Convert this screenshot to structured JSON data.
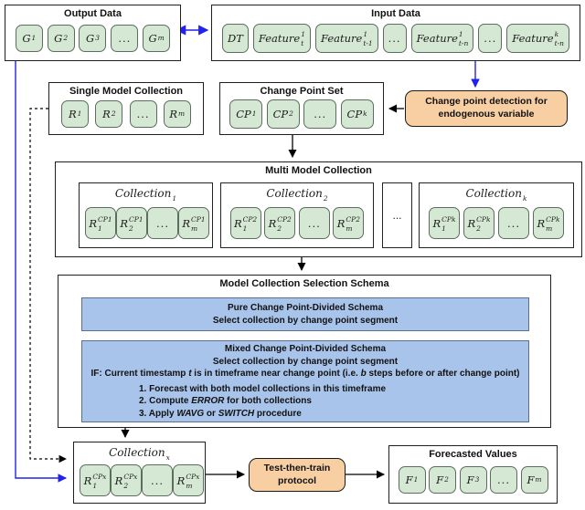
{
  "colors": {
    "chip_fill": "#d5e8d4",
    "chip_border": "#5b6e5e",
    "blue_fill": "#a9c4eb",
    "blue_border": "#5c6f8e",
    "orange_fill": "#f8cfa2",
    "arrow_blue": "#2222ee",
    "arrow_black": "#000000"
  },
  "output_data": {
    "title": "Output Data",
    "items": [
      {
        "base": "G",
        "sub": "1"
      },
      {
        "base": "G",
        "sub": "2"
      },
      {
        "base": "G",
        "sub": "3"
      },
      {
        "dots": "..."
      },
      {
        "base": "G",
        "sub": "m"
      }
    ]
  },
  "input_data": {
    "title": "Input Data",
    "items": [
      {
        "base": "DT"
      },
      {
        "base": "Feature",
        "sup": "1",
        "sub": "t"
      },
      {
        "base": "Feature",
        "sup": "1",
        "sub": "t-1"
      },
      {
        "dots": "..."
      },
      {
        "base": "Feature",
        "sup": "1",
        "sub": "t-n"
      },
      {
        "dots": "..."
      },
      {
        "base": "Feature",
        "sup": "k",
        "sub": "t-n"
      }
    ]
  },
  "single_model": {
    "title": "Single Model Collection",
    "items": [
      {
        "base": "R",
        "sub": "1"
      },
      {
        "base": "R",
        "sub": "2"
      },
      {
        "dots": "..."
      },
      {
        "base": "R",
        "sub": "m"
      }
    ]
  },
  "change_point_set": {
    "title": "Change Point Set",
    "items": [
      {
        "base": "CP",
        "sub": "1"
      },
      {
        "base": "CP",
        "sub": "2"
      },
      {
        "dots": "..."
      },
      {
        "base": "CP",
        "sub": "k"
      }
    ]
  },
  "cp_detection": {
    "line1": "Change point detection for",
    "line2": "endogenous variable"
  },
  "multi_model": {
    "title": "Multi Model Collection",
    "ellipsis": "...",
    "collections": [
      {
        "title": {
          "base": "Collection",
          "sub": "1"
        },
        "items": [
          {
            "base": "R",
            "sub": "1",
            "sup": "CP1"
          },
          {
            "base": "R",
            "sub": "2",
            "sup": "CP1"
          },
          {
            "dots": "..."
          },
          {
            "base": "R",
            "sub": "m",
            "sup": "CP1"
          }
        ]
      },
      {
        "title": {
          "base": "Collection",
          "sub": "2"
        },
        "items": [
          {
            "base": "R",
            "sub": "1",
            "sup": "CP2"
          },
          {
            "base": "R",
            "sub": "2",
            "sup": "CP2"
          },
          {
            "dots": "..."
          },
          {
            "base": "R",
            "sub": "m",
            "sup": "CP2"
          }
        ]
      },
      {
        "title": {
          "base": "Collection",
          "sub": "k"
        },
        "items": [
          {
            "base": "R",
            "sub": "1",
            "sup": "CPk"
          },
          {
            "base": "R",
            "sub": "2",
            "sup": "CPk"
          },
          {
            "dots": "..."
          },
          {
            "base": "R",
            "sub": "m",
            "sup": "CPk"
          }
        ]
      }
    ]
  },
  "schema": {
    "title": "Model Collection Selection Schema",
    "pure": {
      "line1": "Pure Change Point-Divided Schema",
      "line2": "Select collection by change point segment"
    },
    "mixed": {
      "line1": "Mixed Change Point-Divided Schema",
      "line2": "Select collection by change point segment",
      "if_line": [
        [
          "IF: Current timestamp ",
          0
        ],
        [
          "t",
          1
        ],
        [
          " is in timeframe near change point (i.e. ",
          0
        ],
        [
          "b",
          1
        ],
        [
          " steps before or after change point)",
          0
        ]
      ],
      "steps": [
        [
          [
            "1. Forecast with both model collections in this timeframe",
            0
          ]
        ],
        [
          [
            "2. Compute ",
            0
          ],
          [
            "ERROR",
            1
          ],
          [
            " for both collections",
            0
          ]
        ],
        [
          [
            "3. Apply ",
            0
          ],
          [
            "WAVG",
            1
          ],
          [
            " or ",
            0
          ],
          [
            "SWITCH",
            1
          ],
          [
            " procedure",
            0
          ]
        ]
      ]
    }
  },
  "collection_x": {
    "title": {
      "base": "Collection",
      "sub": "x"
    },
    "items": [
      {
        "base": "R",
        "sub": "1",
        "sup": "CPx"
      },
      {
        "base": "R",
        "sub": "2",
        "sup": "CPx"
      },
      {
        "dots": "..."
      },
      {
        "base": "R",
        "sub": "m",
        "sup": "CPx"
      }
    ]
  },
  "test_then_train": {
    "line1": "Test-then-train",
    "line2": "protocol"
  },
  "forecasted": {
    "title": "Forecasted Values",
    "items": [
      {
        "base": "F",
        "sub": "1"
      },
      {
        "base": "F",
        "sub": "2"
      },
      {
        "base": "F",
        "sub": "3"
      },
      {
        "dots": "..."
      },
      {
        "base": "F",
        "sub": "m"
      }
    ]
  }
}
